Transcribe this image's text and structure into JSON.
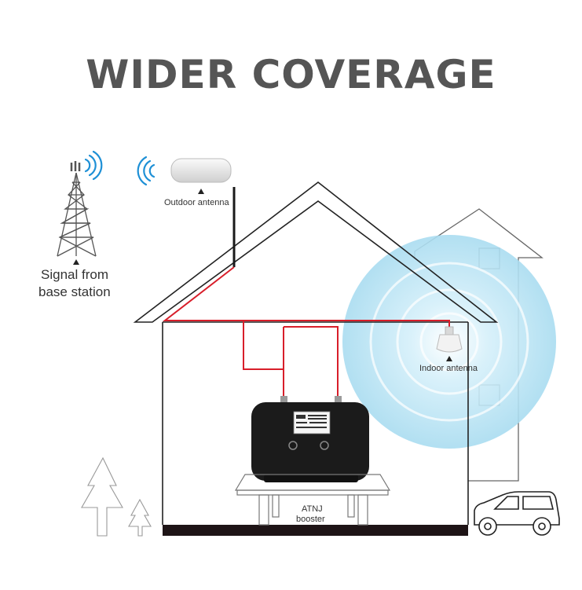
{
  "title": "WIDER COVERAGE",
  "labels": {
    "signal_line1": "Signal from",
    "signal_line2": "base station",
    "outdoor_antenna": "Outdoor antenna",
    "indoor_antenna": "Indoor antenna",
    "booster_line1": "ATNJ",
    "booster_line2": "booster"
  },
  "colors": {
    "title": "#555555",
    "cable": "#d81e2a",
    "signal_waves": "#1e90d6",
    "coverage": "#bfe6f5",
    "outline": "#222222",
    "booster_body": "#1b1b1b"
  },
  "icons": [
    "tower-icon",
    "outdoor-antenna-icon",
    "indoor-antenna-icon",
    "booster-icon",
    "car-icon",
    "tree-icon"
  ]
}
